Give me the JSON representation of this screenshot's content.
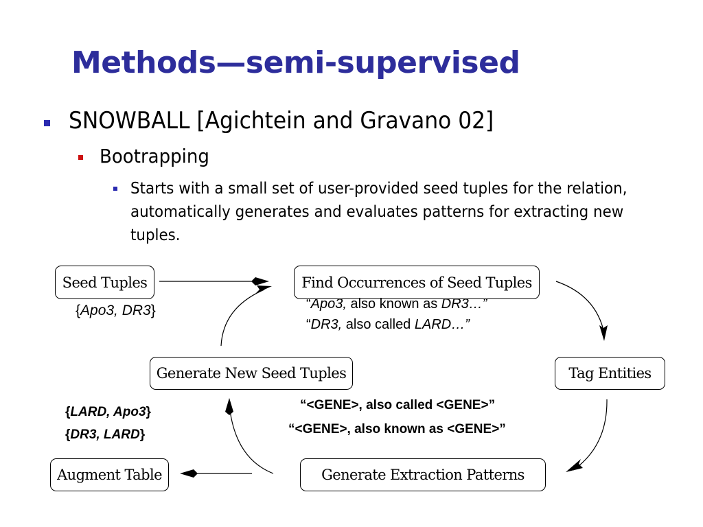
{
  "slide": {
    "title": "Methods—semi-supervised",
    "bullets": {
      "level1": "SNOWBALL [Agichtein and Gravano 02]",
      "level2": "Bootrapping",
      "level3": "Starts with a small set of user-provided seed tuples for the relation, automatically generates and evaluates patterns for extracting new tuples."
    }
  },
  "diagram": {
    "boxes": {
      "seed_tuples": "Seed Tuples",
      "find_occurrences": "Find Occurrences of Seed Tuples",
      "tag_entities": "Tag Entities",
      "generate_patterns": "Generate Extraction Patterns",
      "augment_table": "Augment Table",
      "generate_new_seeds": "Generate New Seed Tuples"
    },
    "seed_example": {
      "open": "{",
      "a": "Apo3, DR3",
      "close": "}"
    },
    "occurrences": {
      "line1": {
        "q": "“",
        "a": "Apo3,",
        "b": " also known as ",
        "c": "DR3…”"
      },
      "line2": {
        "q": "“",
        "a": "DR3,",
        "b": " also called ",
        "c": "LARD…”"
      }
    },
    "patterns": {
      "line1": "“<GENE>, also called <GENE>”",
      "line2": "“<GENE>, also known as <GENE>”"
    },
    "new_tuples": {
      "line1": {
        "open": "{",
        "a": "LARD, Apo3",
        "close": "}"
      },
      "line2": {
        "open": "{",
        "a": "DR3, LARD",
        "close": "}"
      }
    }
  }
}
